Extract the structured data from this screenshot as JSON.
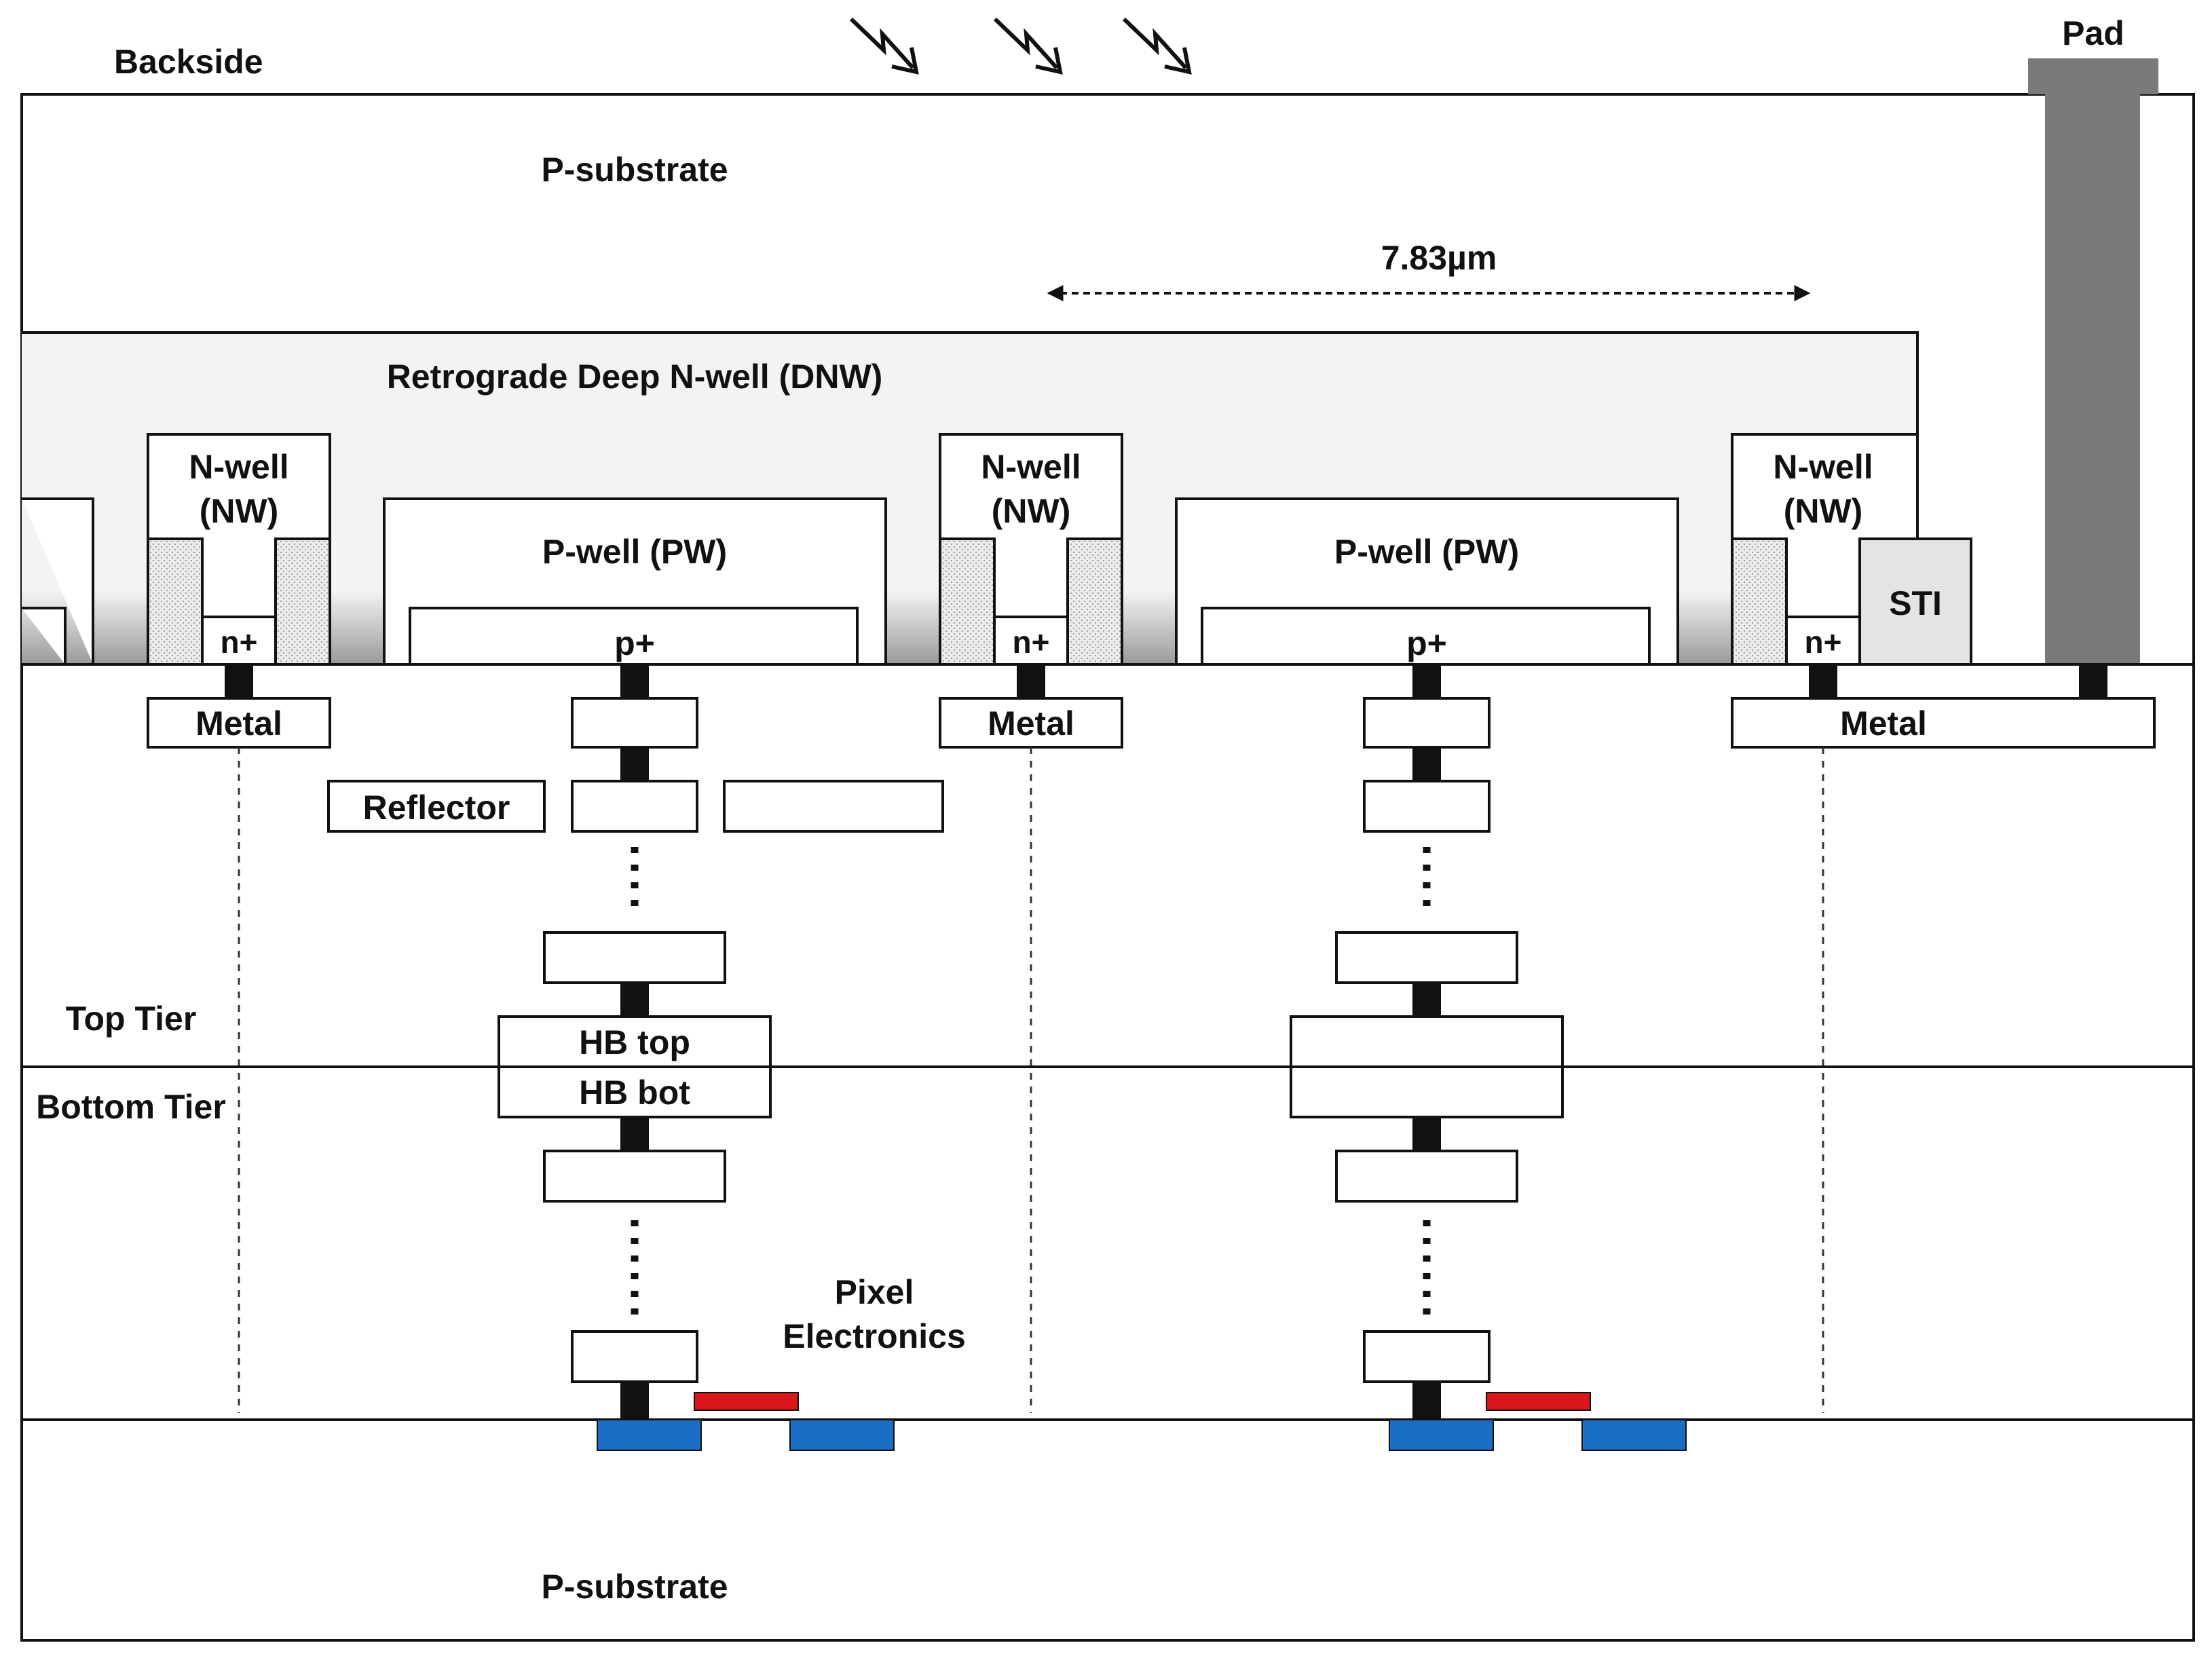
{
  "labels": {
    "backside": "Backside",
    "pad": "Pad",
    "p_substrate_top": "P-substrate",
    "dimension": "7.83µm",
    "dnw": "Retrograde Deep N-well (DNW)",
    "n_well_line1": "N-well",
    "n_well_line2": "(NW)",
    "p_well": "P-well (PW)",
    "n_plus": "n+",
    "p_plus": "p+",
    "sti": "STI",
    "metal": "Metal",
    "reflector": "Reflector",
    "top_tier": "Top Tier",
    "bottom_tier": "Bottom Tier",
    "hb_top": "HB top",
    "hb_bot": "HB bot",
    "pixel_electronics_line1": "Pixel",
    "pixel_electronics_line2": "Electronics",
    "p_substrate_bottom": "P-substrate"
  },
  "colors": {
    "pad": "#7a7a7a",
    "dnw_fill": "#f3f3f3",
    "gate": "#d8161c",
    "diffusion": "#1a6fc4",
    "sti_fill": "#e4e4e4",
    "outline": "#111111"
  },
  "icons": {
    "light": "lightning-arrow-icon"
  }
}
